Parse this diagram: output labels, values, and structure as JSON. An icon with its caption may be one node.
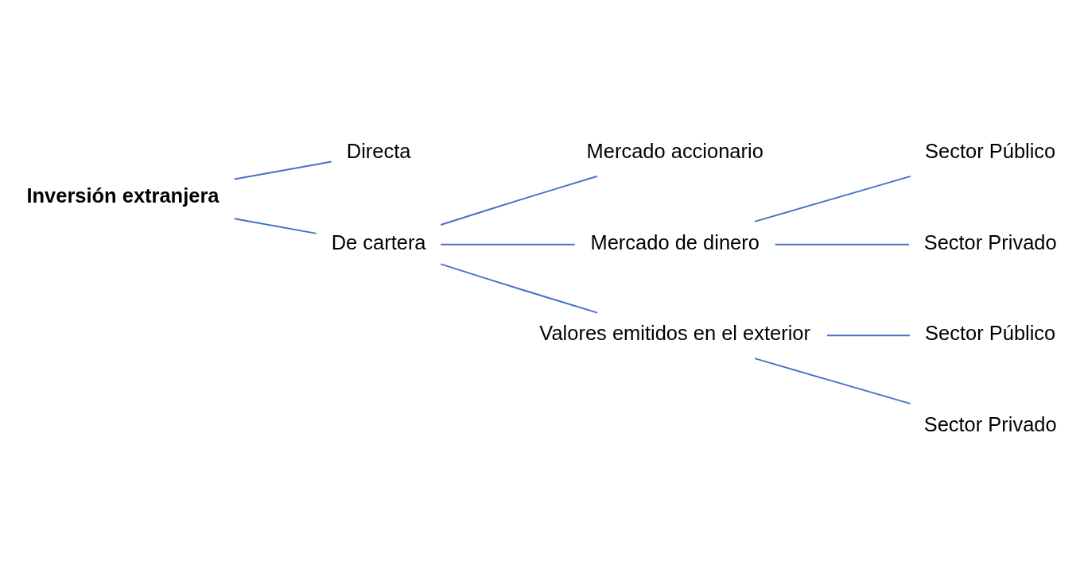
{
  "diagram": {
    "nodes": [
      {
        "text": [
          "Inversión extranjera"
        ]
      },
      {
        "text": [
          "Directa"
        ]
      },
      {
        "text": [
          "De cartera"
        ]
      },
      {
        "text": [
          "Mercado accionario"
        ]
      },
      {
        "text": [
          "Mercado de dinero"
        ]
      },
      {
        "text": [
          "Valores emitidos en el exterior"
        ]
      },
      {
        "text": [
          "Sector Público"
        ]
      },
      {
        "text": [
          "Sector Privado"
        ]
      },
      {
        "text": [
          "Sector Público"
        ]
      },
      {
        "text": [
          "Sector Privado"
        ]
      }
    ],
    "edges": [
      {
        "from": 0,
        "to": 1,
        "arrow": "none"
      },
      {
        "from": 0,
        "to": 2,
        "arrow": "none"
      },
      {
        "from": 2,
        "to": 3,
        "arrow": "none"
      },
      {
        "from": 2,
        "to": 4,
        "arrow": "none"
      },
      {
        "from": 2,
        "to": 5,
        "arrow": "none"
      },
      {
        "from": 4,
        "to": 6,
        "arrow": "none"
      },
      {
        "from": 4,
        "to": 7,
        "arrow": "none"
      },
      {
        "from": 5,
        "to": 8,
        "arrow": "none"
      },
      {
        "from": 5,
        "to": 9,
        "arrow": "none"
      }
    ]
  }
}
